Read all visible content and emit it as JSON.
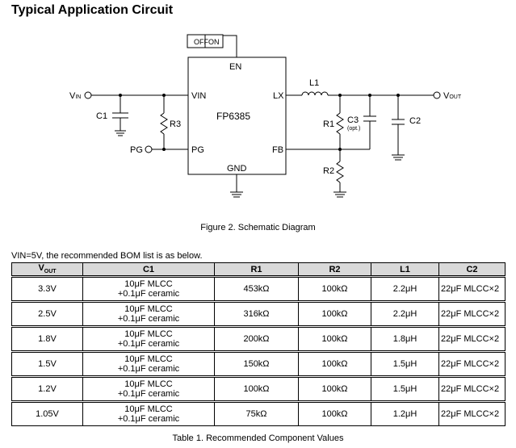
{
  "heading": "Typical Application Circuit",
  "schematic": {
    "ic_name": "FP6385",
    "pins": {
      "en": "EN",
      "vin": "VIN",
      "lx": "LX",
      "pg": "PG",
      "fb": "FB",
      "gnd": "GND"
    },
    "switch": {
      "off": "OFF",
      "on": "ON"
    },
    "vin_label": "V",
    "vin_sub": "IN",
    "vout_label": "V",
    "vout_sub": "OUT",
    "pg_label": "PG",
    "c1": "C1",
    "r3": "R3",
    "l1": "L1",
    "r1": "R1",
    "r2": "R2",
    "c3": "C3",
    "c3_note": "(opt.)",
    "c2": "C2"
  },
  "figure_caption": "Figure 2. Schematic Diagram",
  "intro": "VIN=5V, the recommended BOM list is as below.",
  "table": {
    "headers": {
      "vout": "V",
      "vout_sub": "OUT",
      "c1": "C1",
      "r1": "R1",
      "r2": "R2",
      "l1": "L1",
      "c2": "C2"
    },
    "rows": [
      {
        "vout": "3.3V",
        "c1_a": "10μF MLCC",
        "c1_b": "+0.1μF ceramic",
        "r1": "453kΩ",
        "r2": "100kΩ",
        "l1": "2.2μH",
        "c2": "22μF MLCC×2"
      },
      {
        "vout": "2.5V",
        "c1_a": "10μF MLCC",
        "c1_b": "+0.1μF ceramic",
        "r1": "316kΩ",
        "r2": "100kΩ",
        "l1": "2.2μH",
        "c2": "22μF MLCC×2"
      },
      {
        "vout": "1.8V",
        "c1_a": "10μF MLCC",
        "c1_b": "+0.1μF ceramic",
        "r1": "200kΩ",
        "r2": "100kΩ",
        "l1": "1.8μH",
        "c2": "22μF MLCC×2"
      },
      {
        "vout": "1.5V",
        "c1_a": "10μF MLCC",
        "c1_b": "+0.1μF ceramic",
        "r1": "150kΩ",
        "r2": "100kΩ",
        "l1": "1.5μH",
        "c2": "22μF MLCC×2"
      },
      {
        "vout": "1.2V",
        "c1_a": "10μF MLCC",
        "c1_b": "+0.1μF ceramic",
        "r1": "100kΩ",
        "r2": "100kΩ",
        "l1": "1.5μH",
        "c2": "22μF MLCC×2"
      },
      {
        "vout": "1.05V",
        "c1_a": "10μF MLCC",
        "c1_b": "+0.1μF ceramic",
        "r1": "75kΩ",
        "r2": "100kΩ",
        "l1": "1.2μH",
        "c2": "22μF MLCC×2"
      }
    ]
  },
  "table_caption": "Table 1. Recommended Component Values"
}
